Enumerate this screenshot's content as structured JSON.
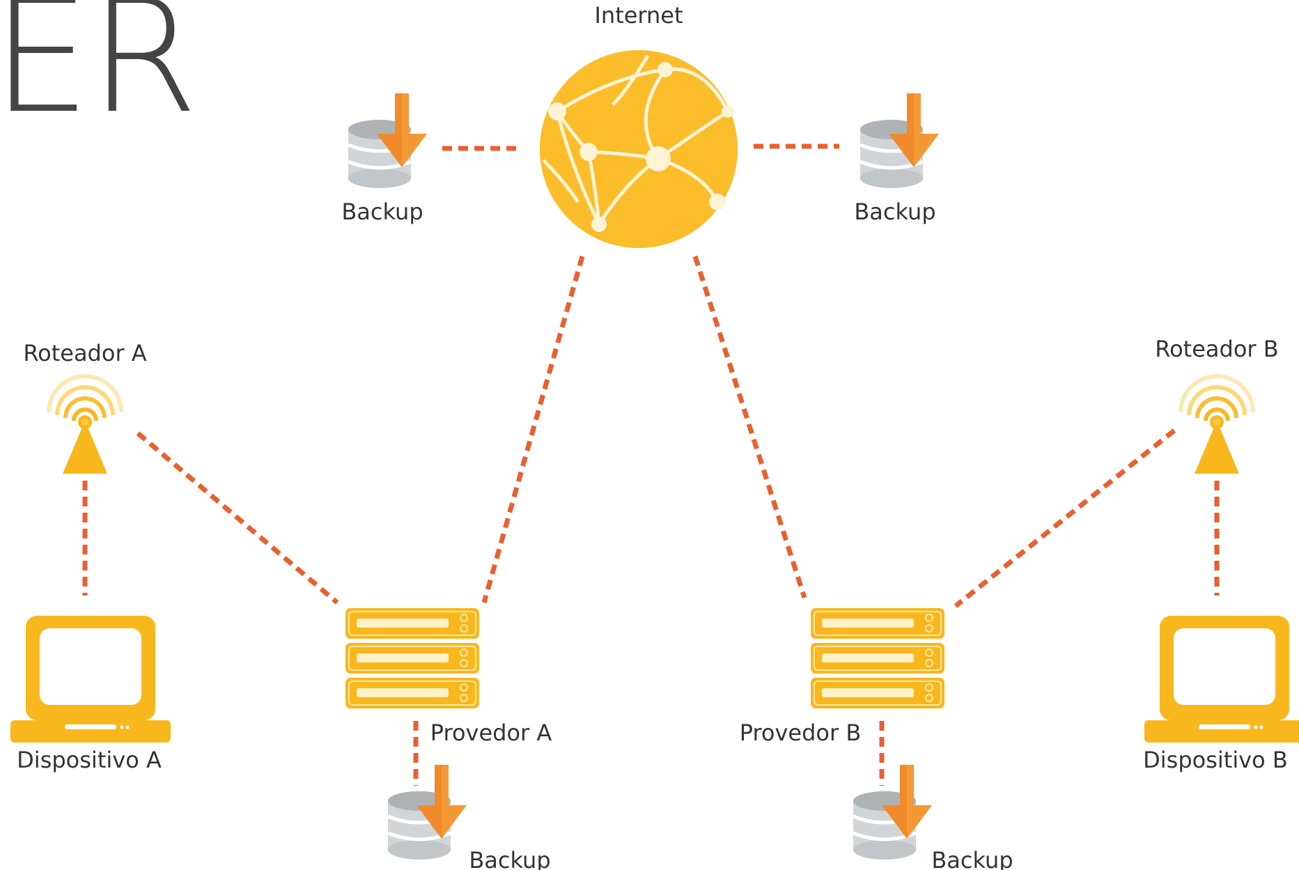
{
  "heading_fragment": "ER",
  "labels": {
    "internet": "Internet",
    "backup": "Backup",
    "router_a": "Roteador A",
    "router_b": "Roteador B",
    "provider_a": "Provedor A",
    "provider_b": "Provedor B",
    "device_a": "Dispositivo A",
    "device_b": "Dispositivo B"
  },
  "icons": {
    "internet": "globe-network-icon",
    "backup": "database-download-icon",
    "router": "wifi-antenna-icon",
    "provider": "server-rack-icon",
    "device": "laptop-icon"
  },
  "colors": {
    "primary": "#F9B71E",
    "primary_light": "#FCCB45",
    "accent_orange": "#F0822D",
    "connector": "#E8602F",
    "db_gray": "#C9CCCE",
    "text": "#333333"
  }
}
